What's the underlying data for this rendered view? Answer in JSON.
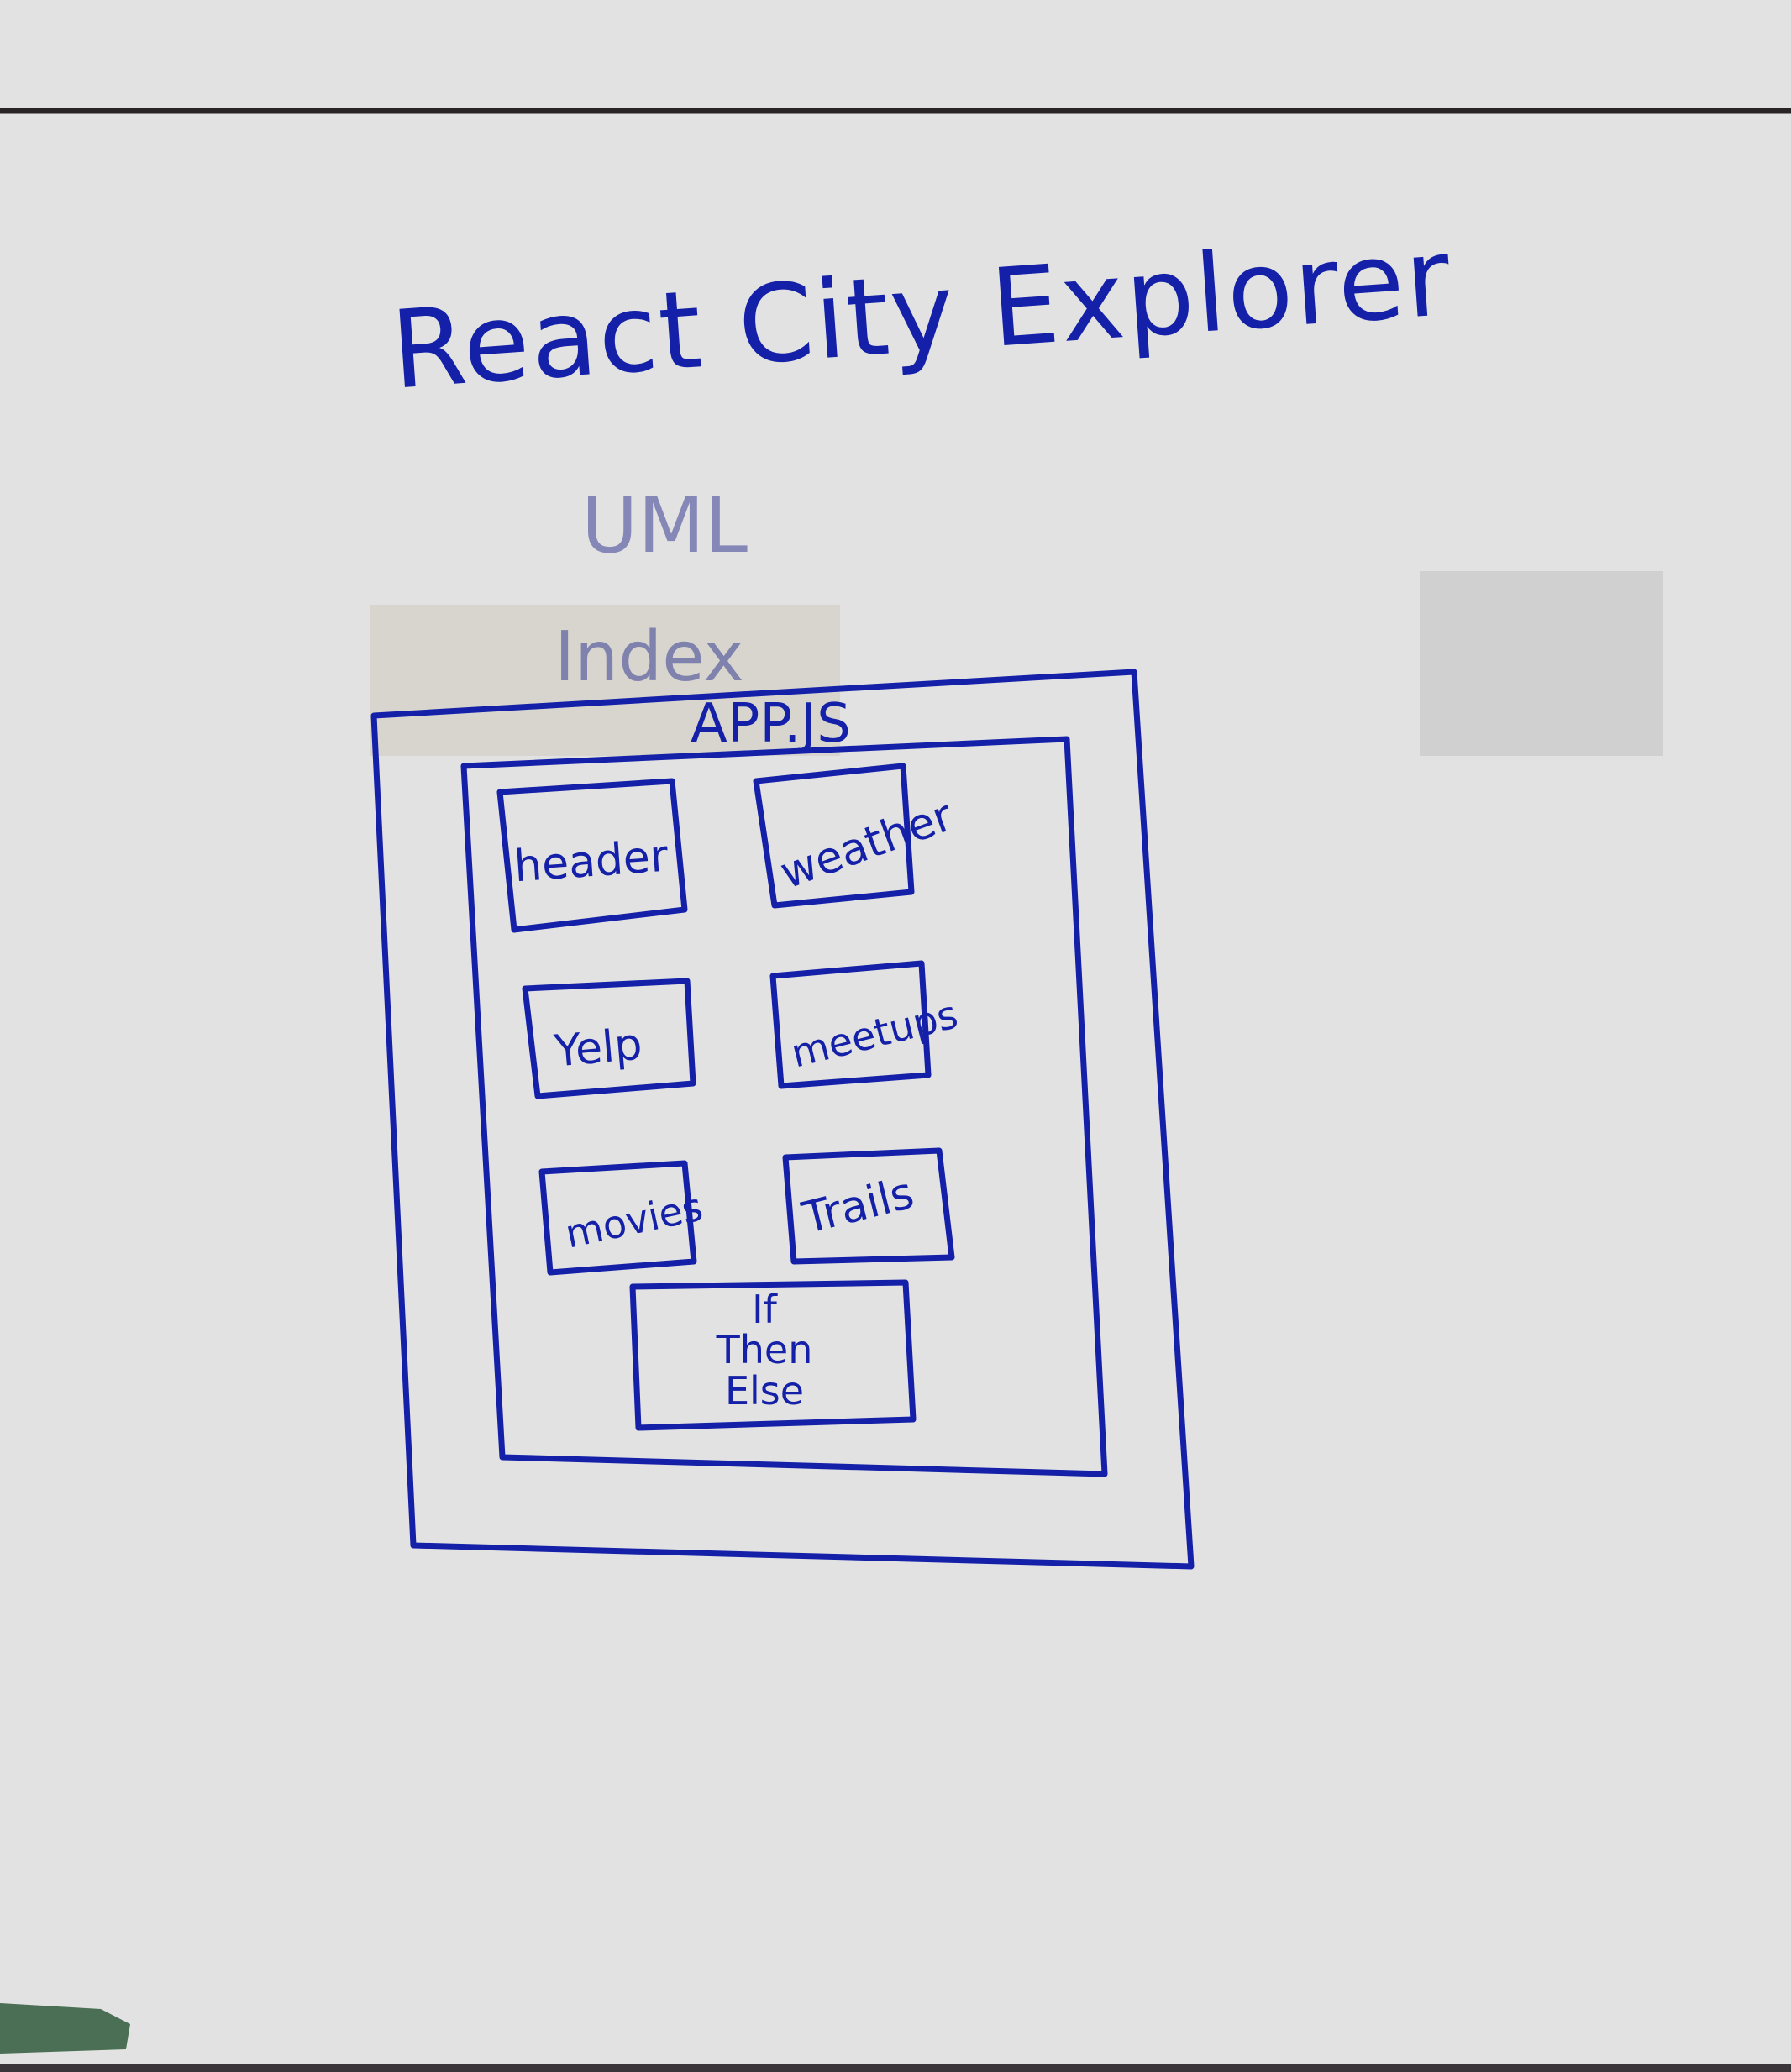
{
  "diagram": {
    "title": "React City Explorer",
    "subtitle": "UML",
    "index_label": "Index",
    "app_label": "APP.JS",
    "components": [
      {
        "key": "header",
        "label": "header"
      },
      {
        "key": "weather",
        "label": "weather"
      },
      {
        "key": "yelp",
        "label": "Yelp"
      },
      {
        "key": "meetups",
        "label": "meetups"
      },
      {
        "key": "movies",
        "label": "movies"
      },
      {
        "key": "trails",
        "label": "Trails"
      }
    ],
    "conditional": {
      "line1": "If",
      "line2": "Then",
      "line3": "Else"
    },
    "ink_color": "#1420a8",
    "board_color": "#e2e2e2"
  }
}
